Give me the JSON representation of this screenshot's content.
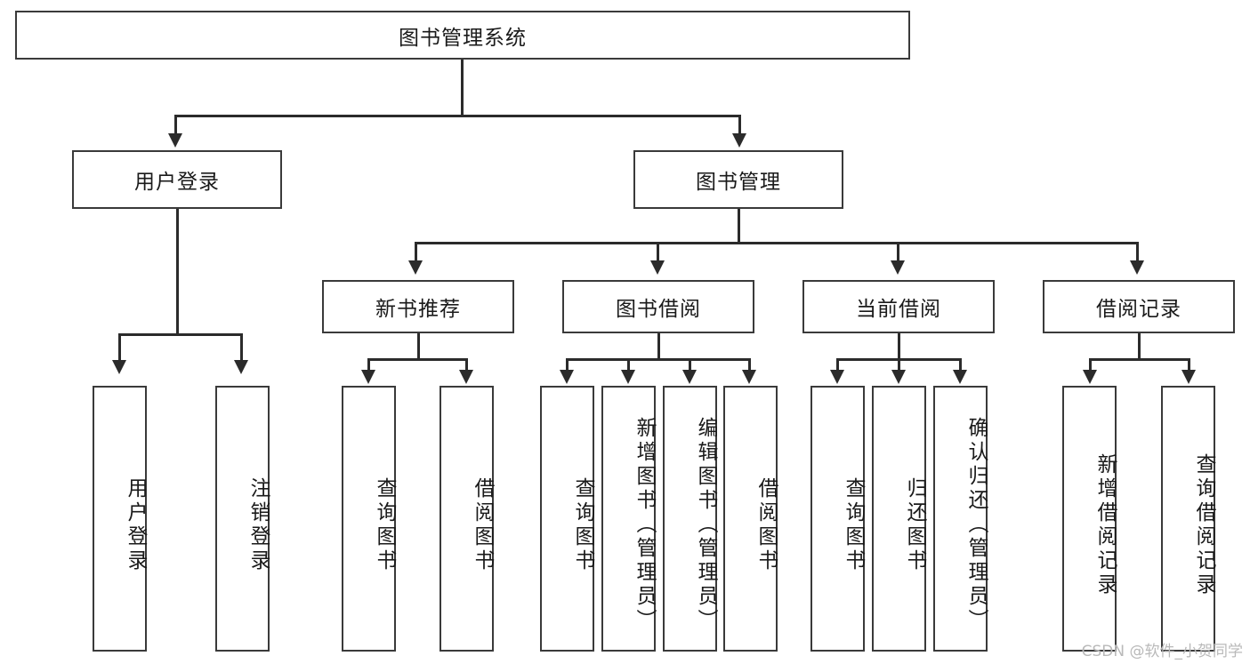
{
  "diagram": {
    "type": "tree",
    "title": "图书管理系统",
    "root": {
      "label": "图书管理系统"
    },
    "level2": [
      {
        "label": "用户登录"
      },
      {
        "label": "图书管理"
      }
    ],
    "level3": [
      {
        "label": "新书推荐"
      },
      {
        "label": "图书借阅"
      },
      {
        "label": "当前借阅"
      },
      {
        "label": "借阅记录"
      }
    ],
    "leaves": {
      "user_login": [
        {
          "label": "用户登录"
        },
        {
          "label": "注销登录"
        }
      ],
      "new_book_recommend": [
        {
          "label": "查询图书"
        },
        {
          "label": "借阅图书"
        }
      ],
      "book_borrow": [
        {
          "label": "查询图书"
        },
        {
          "label": "新增图书（管理员）"
        },
        {
          "label": "编辑图书（管理员）"
        },
        {
          "label": "借阅图书"
        }
      ],
      "current_borrow": [
        {
          "label": "查询图书"
        },
        {
          "label": "归还图书"
        },
        {
          "label": "确认归还（管理员）"
        }
      ],
      "borrow_record": [
        {
          "label": "新增借阅记录"
        },
        {
          "label": "查询借阅记录"
        }
      ]
    }
  },
  "watermark": {
    "text": "CSDN @软件_小贺同学"
  },
  "colors": {
    "box_border": "#3a3a3a",
    "line": "#2b2b2b",
    "background": "#ffffff",
    "text": "#1a1a1a",
    "watermark": "#b9b9b9"
  }
}
